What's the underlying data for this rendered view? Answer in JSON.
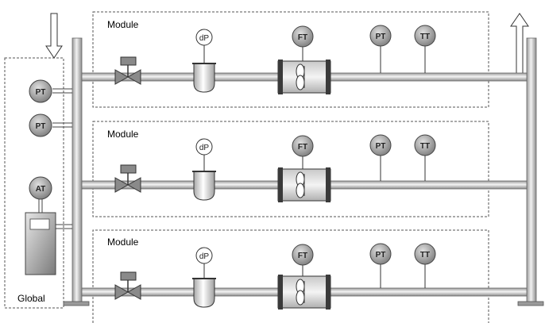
{
  "global": {
    "label": "Global"
  },
  "global_instruments": {
    "pt_top": "PT",
    "pt_mid": "PT",
    "at": "AT"
  },
  "modules": [
    {
      "label": "Module",
      "dp": "dP",
      "ft": "FT",
      "pt": "PT",
      "tt": "TT"
    },
    {
      "label": "Module",
      "dp": "dP",
      "ft": "FT",
      "pt": "PT",
      "tt": "TT"
    },
    {
      "label": "Module",
      "dp": "dP",
      "ft": "FT",
      "pt": "PT",
      "tt": "TT"
    }
  ],
  "colors": {
    "dashed_border": "#555555",
    "pipe_light": "#e8e8e8",
    "pipe_dark": "#8a8a8a",
    "gauge_fill": "#9a9a9a",
    "line": "#333333"
  }
}
